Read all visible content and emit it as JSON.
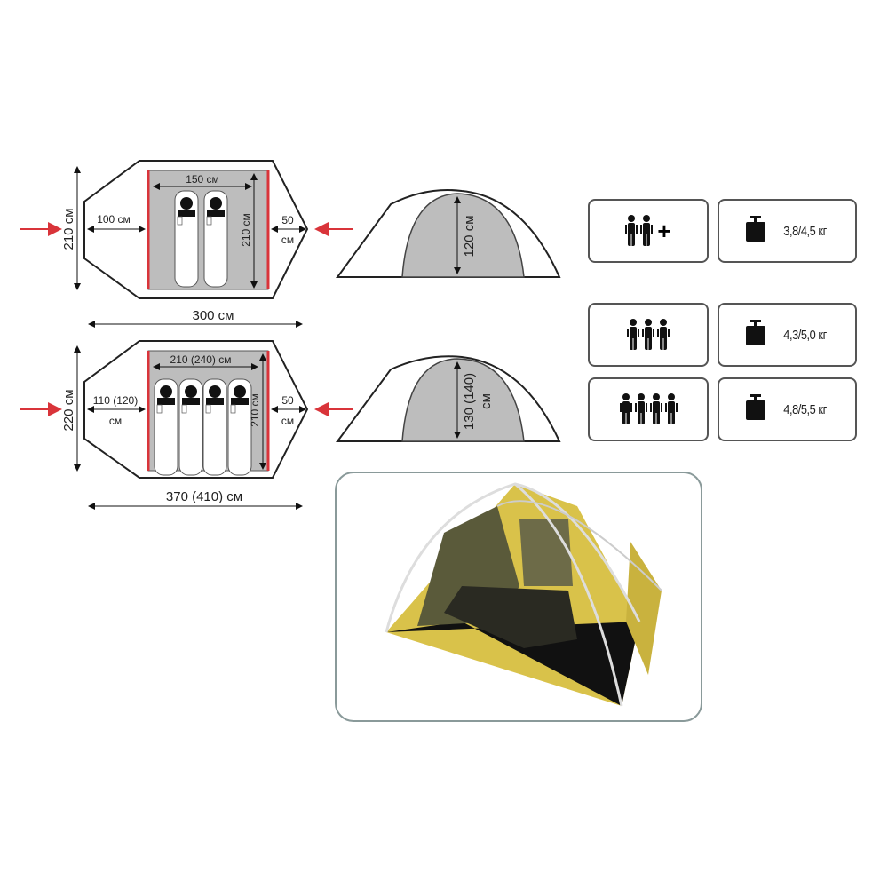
{
  "plan_2p": {
    "width_label": "150 см",
    "length_inner_label": "210 см",
    "height_label": "210 см",
    "vestibule_label": "100 см",
    "rear_value": "50",
    "rear_unit": "см",
    "total_label": "300 см"
  },
  "plan_34p": {
    "width_label": "210 (240) см",
    "length_inner_label": "210 см",
    "height_label": "220 см",
    "vestibule_value": "110 (120)",
    "vestibule_unit": "см",
    "rear_value": "50",
    "rear_unit": "см",
    "total_label": "370 (410) см"
  },
  "side_2p": {
    "height_label": "120 см"
  },
  "side_34p": {
    "height_label": "130 (140)",
    "height_unit": "см"
  },
  "specs": [
    {
      "persons": 2,
      "plus": "+",
      "weight": "3,8/4,5 кг"
    },
    {
      "persons": 3,
      "plus": "",
      "weight": "4,3/5,0 кг"
    },
    {
      "persons": 4,
      "plus": "",
      "weight": "4,8/5,5 кг"
    }
  ],
  "colors": {
    "accent_red": "#d9343a",
    "floor_gray": "#bdbdbd",
    "tent_yellow": "#d9c24a"
  }
}
